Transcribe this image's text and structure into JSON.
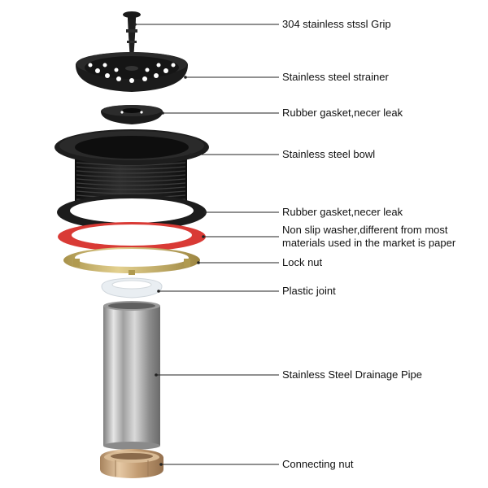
{
  "labels": {
    "grip": "304 stainless stssl Grip",
    "strainer": "Stainless steel strainer",
    "gasket_small": "Rubber gasket,necer leak",
    "bowl": "Stainless steel bowl",
    "gasket_large": "Rubber gasket,necer leak",
    "washer_line1": "Non slip washer,different from most",
    "washer_line2": "materials used in the market is paper",
    "lock_nut": "Lock nut",
    "plastic_joint": "Plastic joint",
    "drain_pipe": "Stainless Steel Drainage Pipe",
    "connecting_nut": "Connecting nut"
  },
  "colors": {
    "black_part": "#1c1c1c",
    "red_washer": "#d93a35",
    "brass": "#c8b060",
    "steel": "#b8b8b8",
    "copper_nut": "#c9a37a",
    "leader_line": "#222222"
  }
}
